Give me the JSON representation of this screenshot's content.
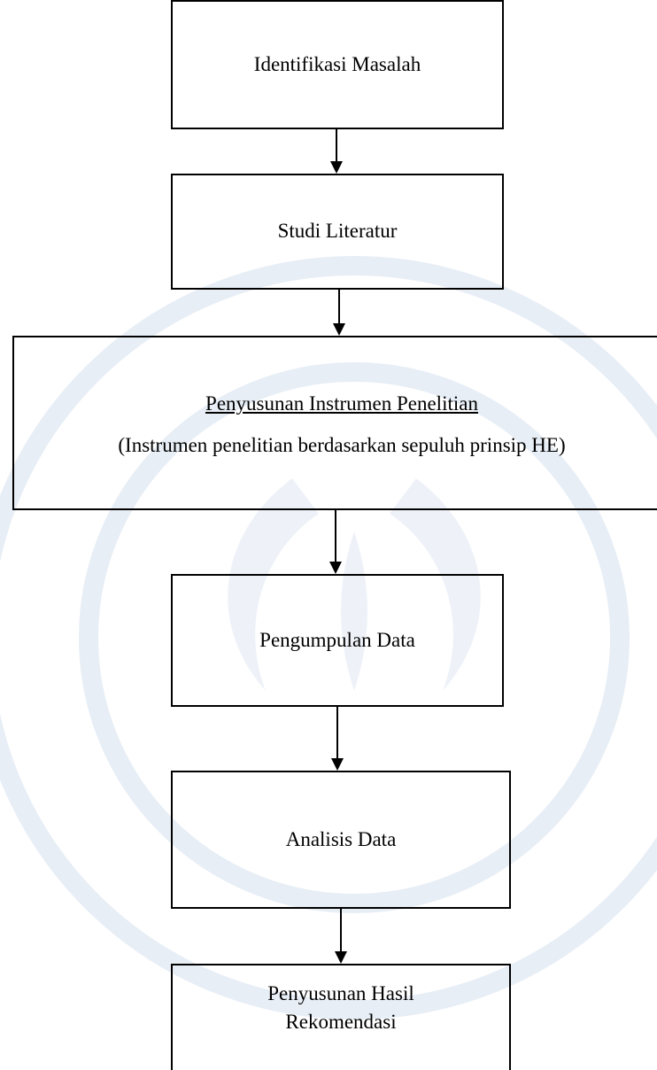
{
  "flowchart": {
    "steps": [
      {
        "label": "Identifikasi Masalah"
      },
      {
        "label": "Studi Literatur"
      },
      {
        "label": "Penyusunan Instrumen Penelitian",
        "sublabel": "(Instrumen penelitian berdasarkan sepuluh prinsip HE)"
      },
      {
        "label": "Pengumpulan Data"
      },
      {
        "label": "Analisis Data"
      },
      {
        "label": "Penyusunan Hasil",
        "label_line2": "Rekomendasi"
      }
    ]
  },
  "colors": {
    "stroke": "#000000",
    "background": "#ffffff",
    "watermark": "#e9eff7"
  }
}
